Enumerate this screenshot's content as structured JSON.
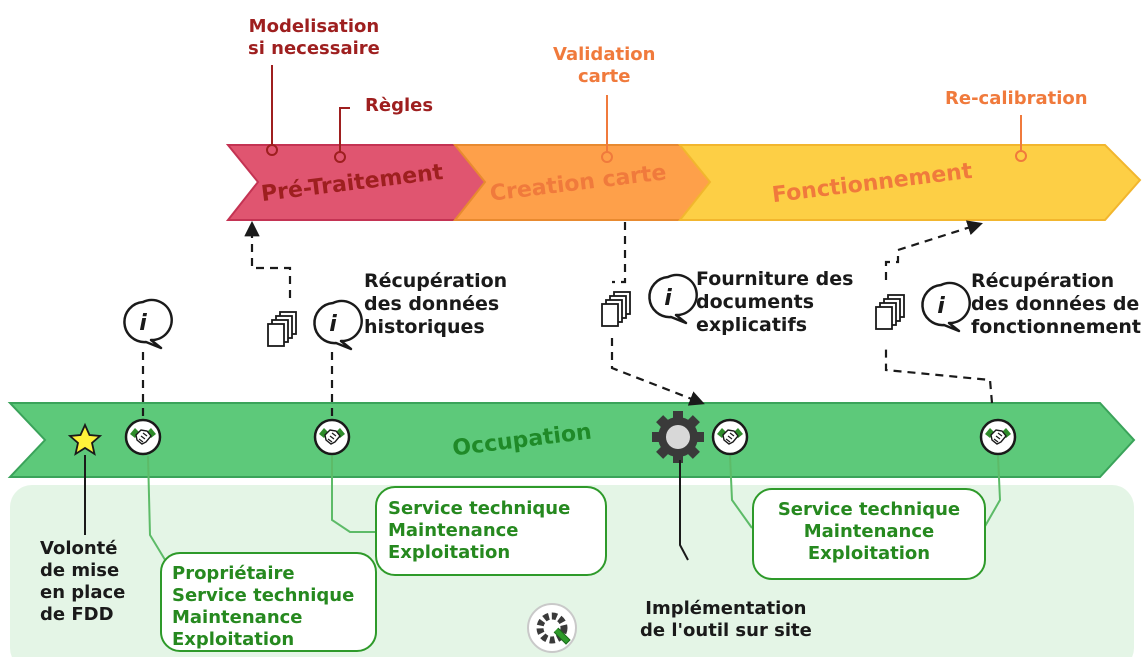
{
  "phases": {
    "pre_traitement": "Pré-Traitement",
    "creation_carte": "Creation carte",
    "fonctionnement": "Fonctionnement"
  },
  "timeline_label": "Occupation",
  "annotations": {
    "modelisation": [
      "Modelisation",
      "si necessaire"
    ],
    "regles": "Règles",
    "validation": [
      "Validation",
      "carte"
    ],
    "recalibration": "Re-calibration"
  },
  "info_labels": {
    "historiques": [
      "Récupération",
      "des données",
      "historiques"
    ],
    "documents": [
      "Fourniture des",
      "documents",
      "explicatifs"
    ],
    "fonctionnement": [
      "Récupération",
      "des données de",
      "fonctionnement"
    ]
  },
  "milestones": {
    "volonte": [
      "Volonté",
      "de mise",
      "en place",
      "de FDD"
    ],
    "implementation": [
      "Implémentation",
      "de l'outil sur site"
    ]
  },
  "stakeholder_boxes": {
    "box1": [
      "Propriétaire",
      "Service technique",
      "Maintenance",
      "Exploitation"
    ],
    "box2": [
      "Service technique",
      "Maintenance",
      "Exploitation"
    ],
    "box3": [
      "Service technique",
      "Maintenance",
      "Exploitation"
    ]
  },
  "colors": {
    "pre_traitement": "#e05570",
    "creation_carte": "#fea04a",
    "fonctionnement": "#fdcf45",
    "timeline": "#5dc97a",
    "stakeholder_text": "#26891f",
    "annotation_red": "#9e1f1f",
    "annotation_orange": "#f07a3c"
  },
  "icons": [
    "star-icon",
    "handshake-icon",
    "info-bubble-icon",
    "documents-icon",
    "gear-icon",
    "tools-icon"
  ]
}
